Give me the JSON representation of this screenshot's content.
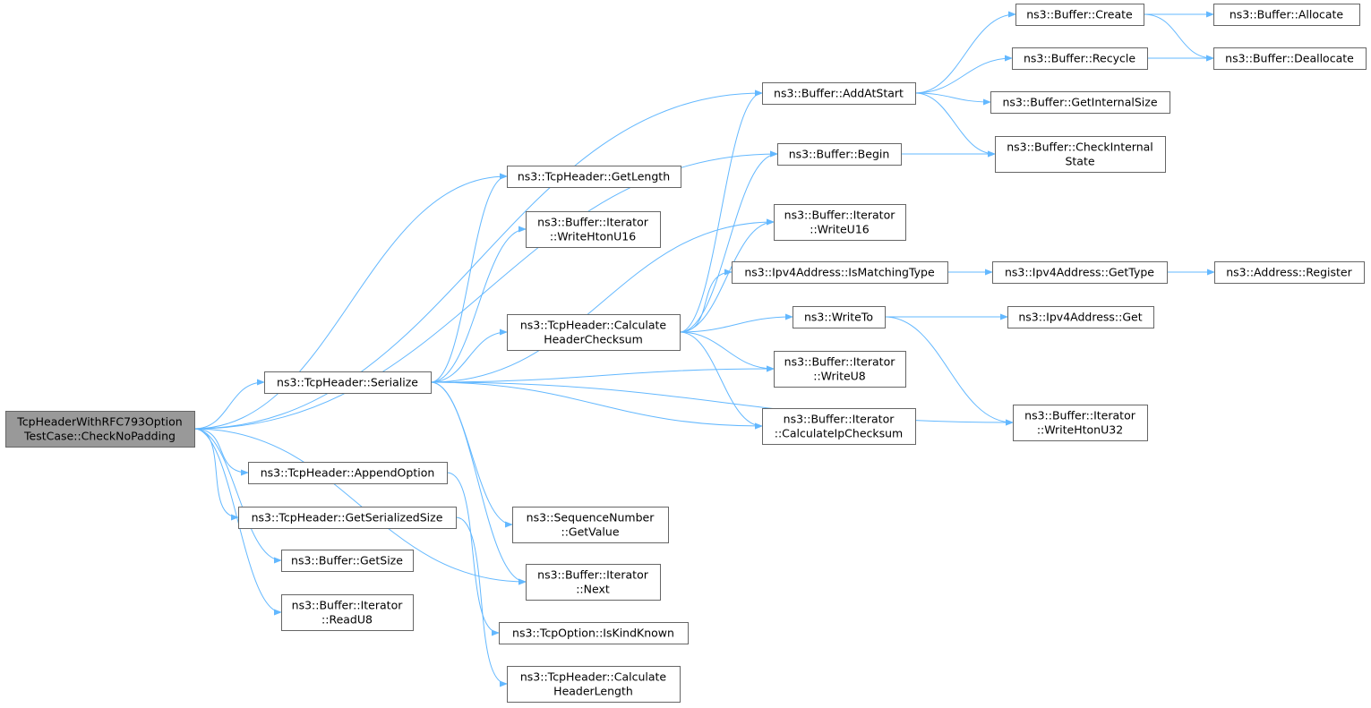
{
  "colors": {
    "edge": "#63b8ff",
    "node_border": "#666666",
    "root_fill": "#999999",
    "node_fill": "#ffffff"
  },
  "nodes": {
    "root": [
      "TcpHeaderWithRFC793Option",
      "TestCase::CheckNoPadding"
    ],
    "serialize": [
      "ns3::TcpHeader::Serialize"
    ],
    "append_option": [
      "ns3::TcpHeader::AppendOption"
    ],
    "get_serialized_size": [
      "ns3::TcpHeader::GetSerializedSize"
    ],
    "buffer_get_size": [
      "ns3::Buffer::GetSize"
    ],
    "iterator_read_u8": [
      "ns3::Buffer::Iterator",
      "::ReadU8"
    ],
    "tcp_get_length": [
      "ns3::TcpHeader::GetLength"
    ],
    "iterator_write_hton_u16": [
      "ns3::Buffer::Iterator",
      "::WriteHtonU16"
    ],
    "calc_header_checksum": [
      "ns3::TcpHeader::Calculate",
      "HeaderChecksum"
    ],
    "sequence_get_value": [
      "ns3::SequenceNumber",
      "::GetValue"
    ],
    "iterator_next": [
      "ns3::Buffer::Iterator",
      "::Next"
    ],
    "tcpoption_is_kind_known": [
      "ns3::TcpOption::IsKindKnown"
    ],
    "calc_header_length": [
      "ns3::TcpHeader::Calculate",
      "HeaderLength"
    ],
    "buffer_add_at_start": [
      "ns3::Buffer::AddAtStart"
    ],
    "buffer_begin": [
      "ns3::Buffer::Begin"
    ],
    "iterator_write_u16": [
      "ns3::Buffer::Iterator",
      "::WriteU16"
    ],
    "ipv4_is_matching_type": [
      "ns3::Ipv4Address::IsMatchingType"
    ],
    "write_to": [
      "ns3::WriteTo"
    ],
    "iterator_write_u8": [
      "ns3::Buffer::Iterator",
      "::WriteU8"
    ],
    "iterator_calc_ip_checksum": [
      "ns3::Buffer::Iterator",
      "::CalculateIpChecksum"
    ],
    "buffer_create": [
      "ns3::Buffer::Create"
    ],
    "buffer_recycle": [
      "ns3::Buffer::Recycle"
    ],
    "buffer_get_internal_size": [
      "ns3::Buffer::GetInternalSize"
    ],
    "buffer_check_internal_state": [
      "ns3::Buffer::CheckInternal",
      "State"
    ],
    "ipv4_get_type": [
      "ns3::Ipv4Address::GetType"
    ],
    "ipv4_get": [
      "ns3::Ipv4Address::Get"
    ],
    "iterator_write_hton_u32": [
      "ns3::Buffer::Iterator",
      "::WriteHtonU32"
    ],
    "buffer_allocate": [
      "ns3::Buffer::Allocate"
    ],
    "buffer_deallocate": [
      "ns3::Buffer::Deallocate"
    ],
    "address_register": [
      "ns3::Address::Register"
    ]
  },
  "edges": [
    [
      "root",
      "serialize"
    ],
    [
      "root",
      "append_option"
    ],
    [
      "root",
      "get_serialized_size"
    ],
    [
      "root",
      "buffer_get_size"
    ],
    [
      "root",
      "iterator_read_u8"
    ],
    [
      "root",
      "tcp_get_length"
    ],
    [
      "root",
      "buffer_add_at_start"
    ],
    [
      "root",
      "buffer_begin"
    ],
    [
      "root",
      "iterator_next"
    ],
    [
      "serialize",
      "tcp_get_length"
    ],
    [
      "serialize",
      "iterator_write_hton_u16"
    ],
    [
      "serialize",
      "calc_header_checksum"
    ],
    [
      "serialize",
      "iterator_write_u16"
    ],
    [
      "serialize",
      "iterator_write_u8"
    ],
    [
      "serialize",
      "iterator_calc_ip_checksum"
    ],
    [
      "serialize",
      "iterator_write_hton_u32"
    ],
    [
      "serialize",
      "sequence_get_value"
    ],
    [
      "serialize",
      "iterator_next"
    ],
    [
      "calc_header_checksum",
      "buffer_add_at_start"
    ],
    [
      "calc_header_checksum",
      "buffer_begin"
    ],
    [
      "calc_header_checksum",
      "iterator_write_u16"
    ],
    [
      "calc_header_checksum",
      "ipv4_is_matching_type"
    ],
    [
      "calc_header_checksum",
      "write_to"
    ],
    [
      "calc_header_checksum",
      "iterator_write_u8"
    ],
    [
      "calc_header_checksum",
      "iterator_calc_ip_checksum"
    ],
    [
      "append_option",
      "tcpoption_is_kind_known"
    ],
    [
      "get_serialized_size",
      "calc_header_length"
    ],
    [
      "buffer_add_at_start",
      "buffer_create"
    ],
    [
      "buffer_add_at_start",
      "buffer_recycle"
    ],
    [
      "buffer_add_at_start",
      "buffer_get_internal_size"
    ],
    [
      "buffer_add_at_start",
      "buffer_check_internal_state"
    ],
    [
      "buffer_begin",
      "buffer_check_internal_state"
    ],
    [
      "buffer_create",
      "buffer_allocate"
    ],
    [
      "buffer_create",
      "buffer_deallocate"
    ],
    [
      "buffer_recycle",
      "buffer_deallocate"
    ],
    [
      "ipv4_is_matching_type",
      "ipv4_get_type"
    ],
    [
      "ipv4_get_type",
      "address_register"
    ],
    [
      "write_to",
      "ipv4_get"
    ],
    [
      "write_to",
      "iterator_write_hton_u32"
    ]
  ]
}
